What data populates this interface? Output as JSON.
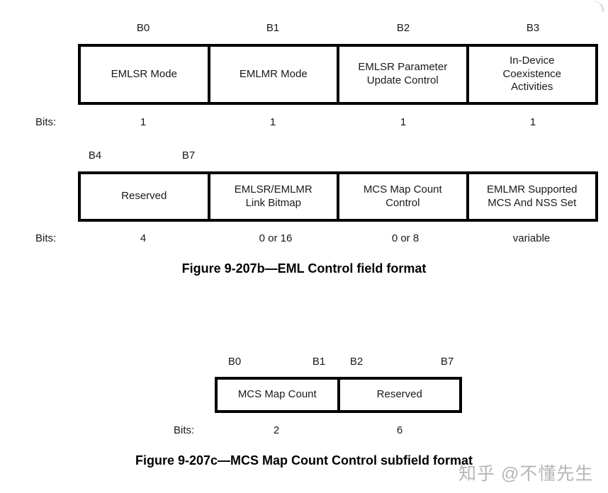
{
  "labels": {
    "bits": "Bits:"
  },
  "figure_9_207b": {
    "caption": "Figure 9-207b—EML Control field format",
    "row1": {
      "bit_positions": [
        "B0",
        "B1",
        "B2",
        "B3"
      ],
      "fields": [
        {
          "name": "EMLSR Mode",
          "bits": "1"
        },
        {
          "name": "EMLMR Mode",
          "bits": "1"
        },
        {
          "name": "EMLSR Parameter Update Control",
          "bits": "1"
        },
        {
          "name": "In-Device Coexistence Activities",
          "bits": "1"
        }
      ]
    },
    "row2": {
      "bit_positions": [
        "B4",
        "B7"
      ],
      "fields": [
        {
          "name": "Reserved",
          "bits": "4"
        },
        {
          "name": "EMLSR/EMLMR Link Bitmap",
          "bits": "0 or 16"
        },
        {
          "name": "MCS Map Count Control",
          "bits": "0 or 8"
        },
        {
          "name": "EMLMR Supported MCS And NSS Set",
          "bits": "variable"
        }
      ]
    }
  },
  "figure_9_207c": {
    "caption": "Figure 9-207c—MCS Map Count Control subfield format",
    "bit_positions": [
      "B0",
      "B1",
      "B2",
      "B7"
    ],
    "fields": [
      {
        "name": "MCS Map Count",
        "bits": "2"
      },
      {
        "name": "Reserved",
        "bits": "6"
      }
    ]
  },
  "watermark": {
    "text": "知乎 @不懂先生",
    "color": "#b6b6b6"
  }
}
